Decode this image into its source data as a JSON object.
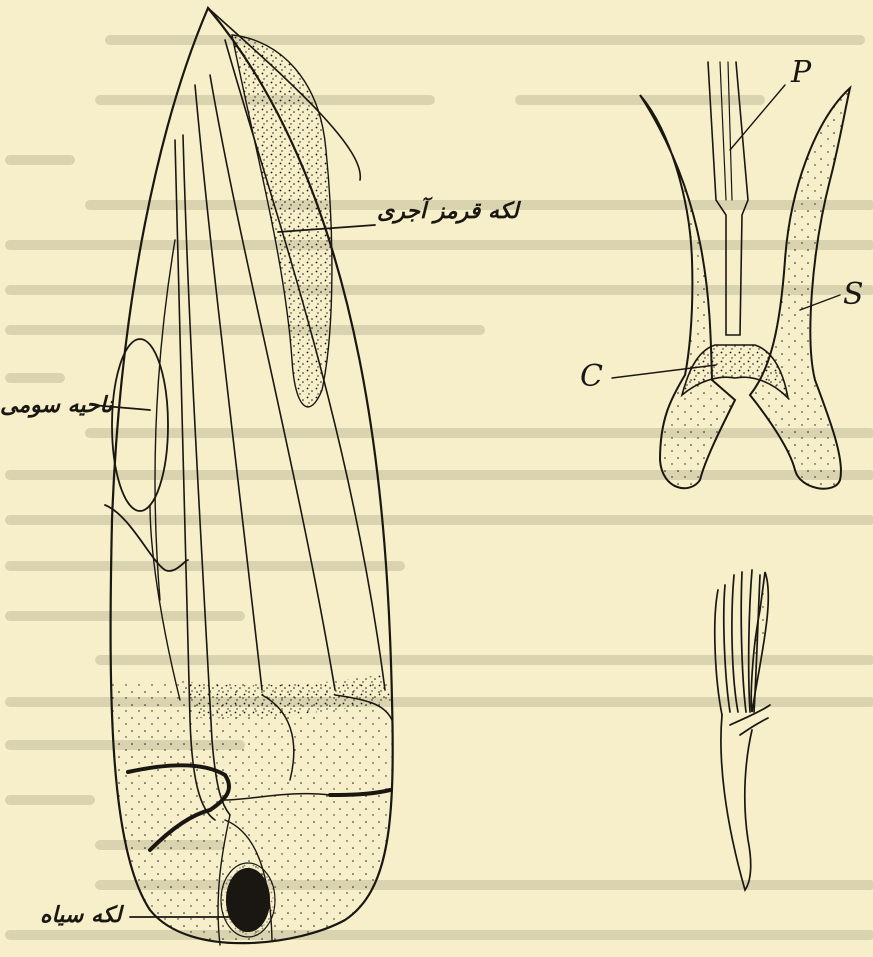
{
  "figures": {
    "wing": {
      "labels": {
        "red_spot": "لکه قرمز آجری",
        "gland_area": "ناحیه سومی",
        "black_spot": "لکه سیاه"
      }
    },
    "genitalia": {
      "labels": {
        "p": "P",
        "s": "S",
        "c": "C"
      }
    },
    "claspers": {}
  },
  "colors": {
    "paper": "#f6efc9",
    "ink": "#1a1712",
    "show_through": "#cfc8a6"
  }
}
